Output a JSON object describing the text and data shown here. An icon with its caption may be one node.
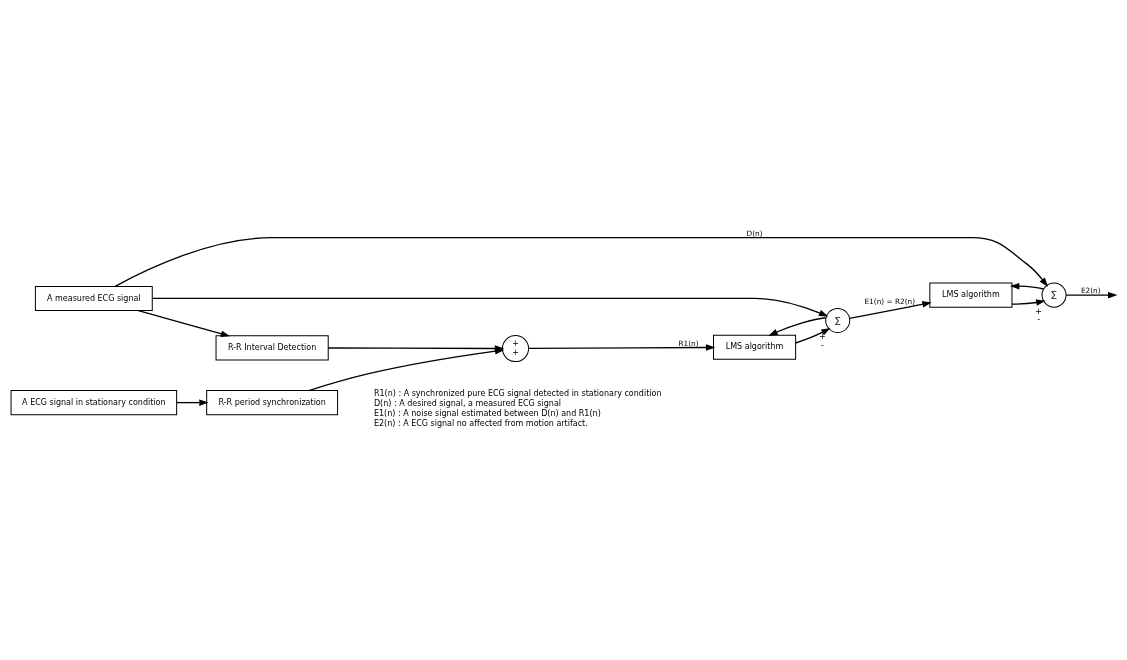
{
  "diagram": {
    "nodes": [
      {
        "text": [
          "A measured ECG signal"
        ]
      },
      {
        "text": [
          "R-R Interval Detection"
        ]
      },
      {
        "text": [
          "+",
          "+"
        ]
      },
      {
        "text": [
          "A ECG signal in stationary condition"
        ]
      },
      {
        "text": [
          "R-R period synchronization"
        ]
      },
      {
        "text": [
          "LMS algorithm"
        ]
      },
      {
        "text": [
          "∑"
        ],
        "beside": [
          "+",
          "-"
        ]
      },
      {
        "text": [
          "LMS algorithm"
        ]
      },
      {
        "text": [
          "∑"
        ],
        "beside": [
          "+",
          "-"
        ]
      }
    ],
    "edges": [
      {
        "from": 0,
        "to": 8,
        "arrow": "to",
        "label": "D(n)"
      },
      {
        "from": 0,
        "to": 1,
        "arrow": "to"
      },
      {
        "from": 0,
        "to": 6,
        "arrow": "to"
      },
      {
        "from": 1,
        "to": 2,
        "arrow": "to"
      },
      {
        "from": 3,
        "to": 4,
        "arrow": "to"
      },
      {
        "from": 4,
        "to": 2,
        "arrow": "to"
      },
      {
        "from": 2,
        "to": 5,
        "arrow": "to",
        "label": "R1(n)"
      },
      {
        "from": 5,
        "to": 6,
        "arrow": "to"
      },
      {
        "from": 6,
        "to": 7,
        "arrow": "to",
        "label": "E1(n) = R2(n)"
      },
      {
        "from": 6,
        "to": 5,
        "arrow": "to"
      },
      {
        "from": 7,
        "to": 8,
        "arrow": "to"
      },
      {
        "from": 8,
        "to": 7,
        "arrow": "to"
      },
      {
        "from": 8,
        "to": null,
        "arrow": "to",
        "label": "E2(n)"
      }
    ],
    "labels": [
      "R1(n) : A synchronized pure ECG signal detected in stationary condition",
      "D(n) : A desired signal, a measured ECG signal",
      "E1(n) : A noise signal estimated between D(n) and R1(n)",
      "E2(n) : A ECG signal no affected from motion artifact."
    ]
  }
}
